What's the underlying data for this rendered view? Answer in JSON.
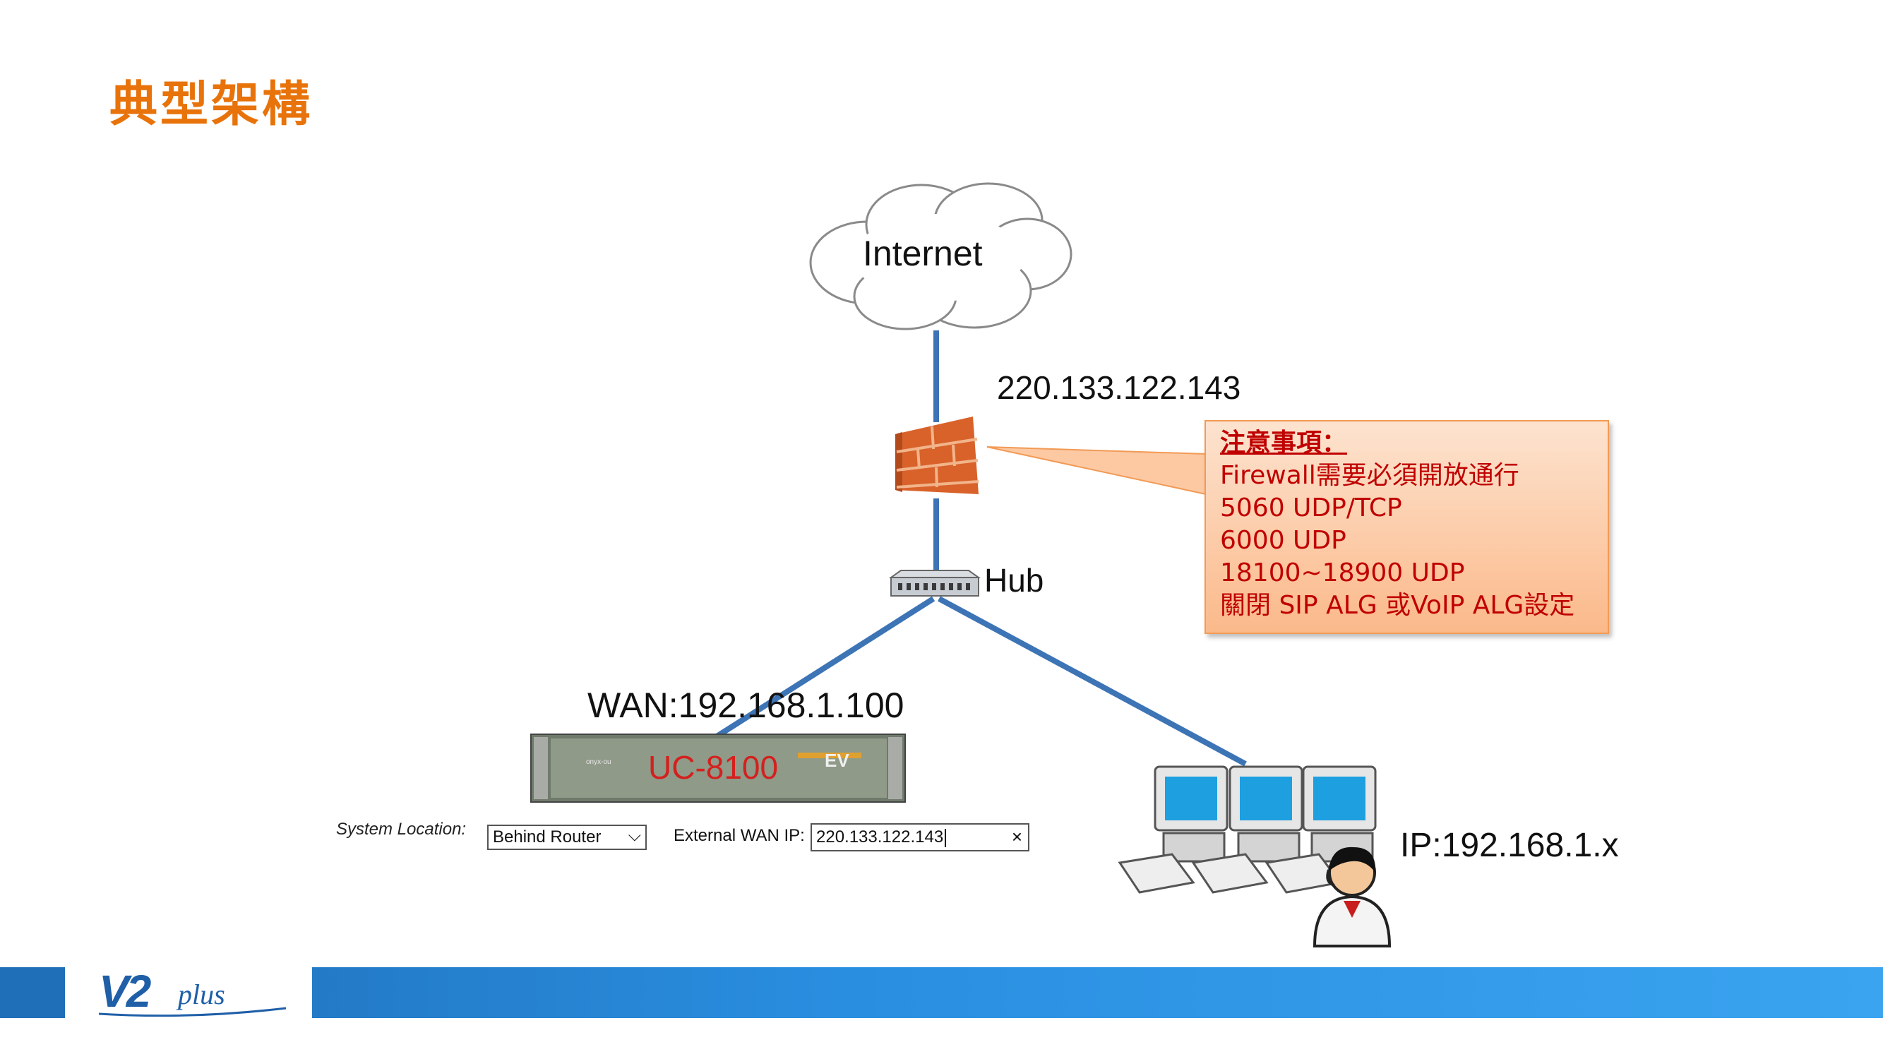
{
  "page": {
    "title": "典型架構"
  },
  "diagram": {
    "internet_label": "Internet",
    "firewall_ip": "220.133.122.143",
    "hub_label": "Hub",
    "wan_label": "WAN:192.168.1.100",
    "device_label": "UC-8100",
    "device_brand_text": "EV",
    "pc_ip_label": "IP:192.168.1.x"
  },
  "note": {
    "heading": "注意事項：",
    "lines": [
      "Firewall需要必須開放通行",
      "5060 UDP/TCP",
      "6000 UDP",
      "18100~18900 UDP",
      "關閉 SIP ALG 或VoIP ALG設定"
    ]
  },
  "settings": {
    "system_location_label": "System Location:",
    "system_location_value": "Behind Router",
    "external_wan_ip_label": "External WAN IP:",
    "external_wan_ip_value": "220.133.122.143",
    "clear_symbol": "×",
    "dropdown_symbol": "⌵"
  },
  "footer": {
    "logo_text": "V2plus"
  },
  "colors": {
    "title": "#e8730a",
    "link_line": "#3d74b5",
    "note_text": "#c00000",
    "device_label": "#d4201e",
    "footer_blue": "#2a8ee0"
  }
}
